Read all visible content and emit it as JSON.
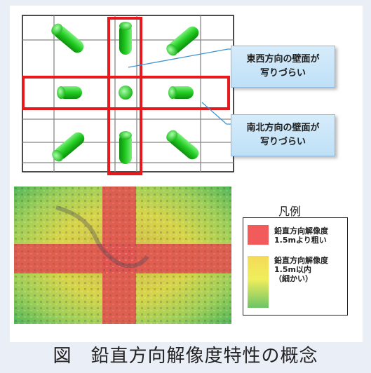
{
  "callouts": {
    "east_west": {
      "line1": "東西方向の壁面が",
      "line2": "写りづらい"
    },
    "north_south": {
      "line1": "南北方向の壁面が",
      "line2": "写りづらい"
    }
  },
  "legend": {
    "title": "凡例",
    "coarse": {
      "line1": "鉛直方向解像度",
      "line2": "1.5mより粗い",
      "color": "#f25b5b"
    },
    "fine": {
      "line1": "鉛直方向解像度",
      "line2": "1.5m以内",
      "line3": "（細かい）",
      "color_top": "#f4da58",
      "color_bottom": "#6cc465"
    }
  },
  "colors": {
    "highlight_red": "#e8191c",
    "cylinder_green": "#2ecc2e",
    "callout_fill": "#cfe7f9"
  },
  "caption": "図　鉛直方向解像度特性の概念"
}
